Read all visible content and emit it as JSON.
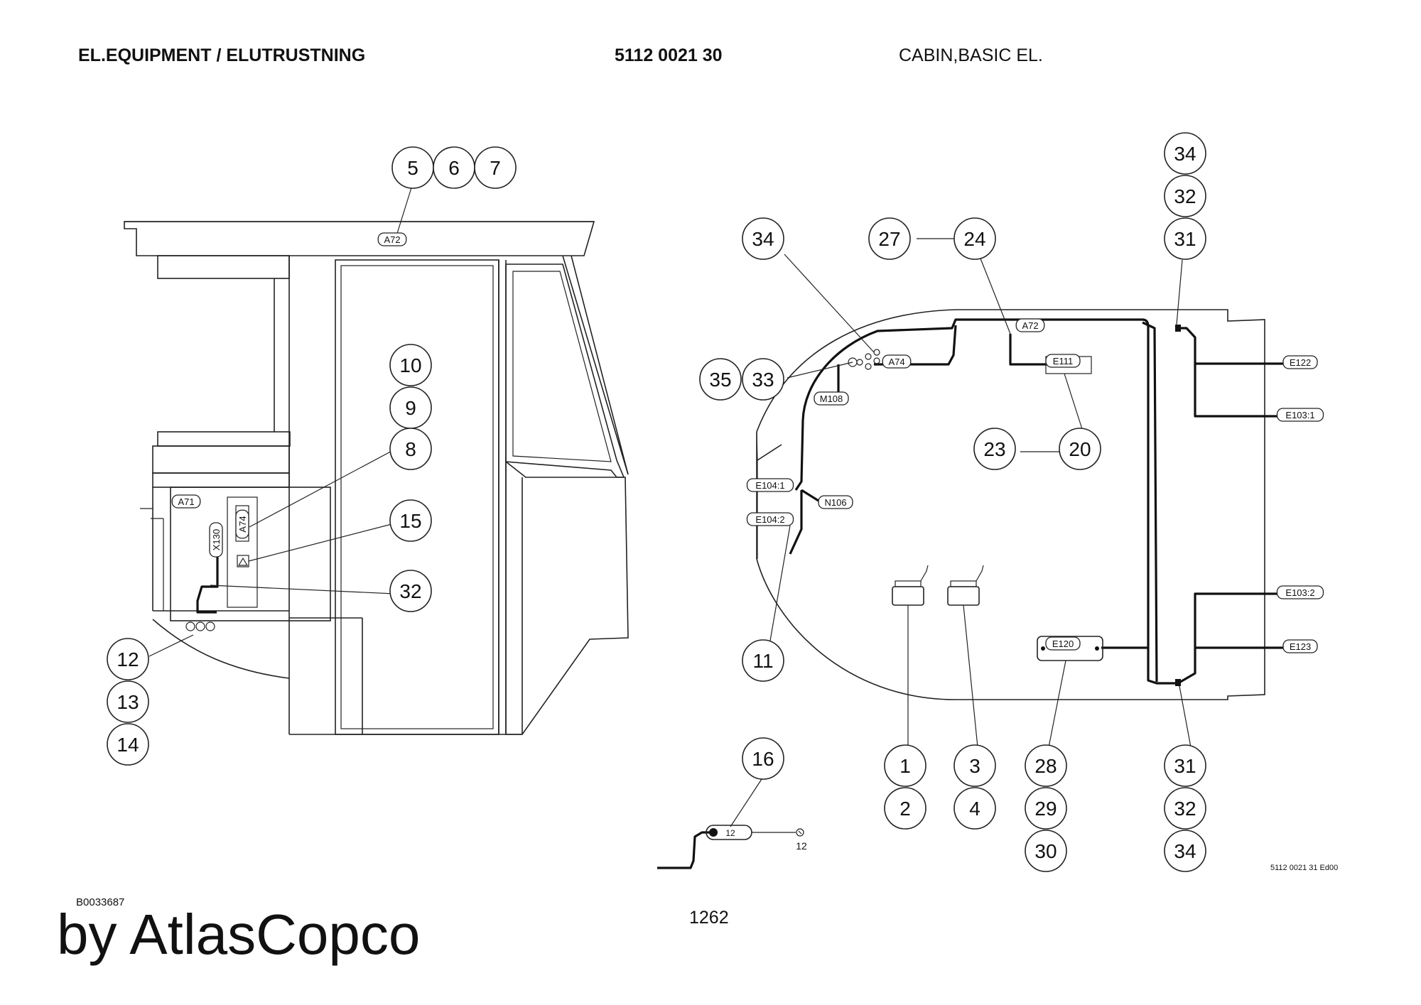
{
  "header": {
    "left_title": "EL.EQUIPMENT / ELUTRUSTNING",
    "part_number": "5112 0021 30",
    "right_title": "CABIN,BASIC EL."
  },
  "footer": {
    "doc_code": "B0033687",
    "brand": "by AtlasCopco",
    "page_number": "1262",
    "drawing_ref": "5112 0021 31 Ed00"
  },
  "left_view": {
    "tags": [
      "A72",
      "A71",
      "X130",
      "A74"
    ],
    "callouts": [
      "5",
      "6",
      "7",
      "10",
      "9",
      "8",
      "15",
      "32",
      "12",
      "13",
      "14"
    ]
  },
  "right_view": {
    "tags": [
      "A72",
      "A74",
      "M108",
      "E111",
      "E104:1",
      "E104:2",
      "N106",
      "E120",
      "E122",
      "E103:1",
      "E103:2",
      "E123"
    ],
    "callouts": [
      "34",
      "27",
      "24",
      "34",
      "32",
      "31",
      "35",
      "33",
      "23",
      "20",
      "11",
      "1",
      "2",
      "3",
      "4",
      "28",
      "29",
      "30",
      "31",
      "32",
      "34"
    ]
  },
  "detail_view": {
    "callouts": [
      "16"
    ],
    "labels": [
      "12",
      "12"
    ]
  }
}
